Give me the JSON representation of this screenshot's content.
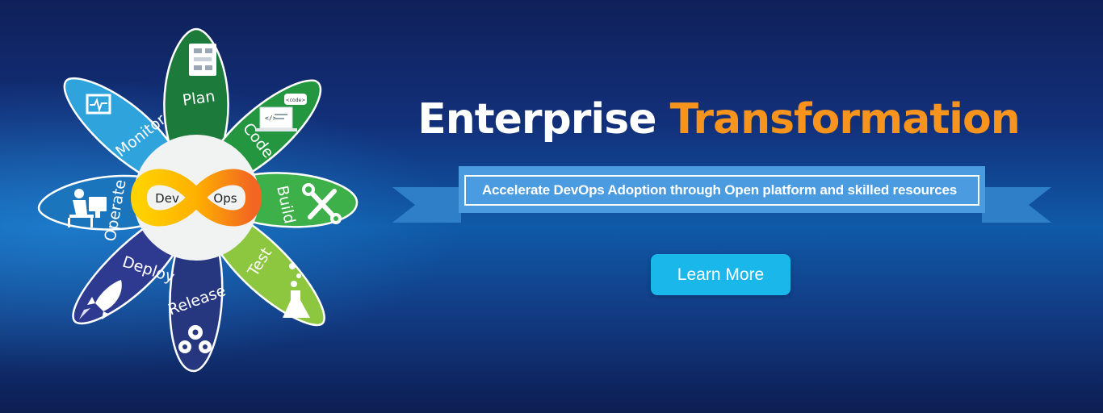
{
  "diagram": {
    "center_left": "Dev",
    "center_right": "Ops",
    "stages": [
      {
        "label": "Plan",
        "color": "#1c7a3a",
        "icon": "flowchart-icon"
      },
      {
        "label": "Code",
        "color": "#23963f",
        "icon": "laptop-code-icon"
      },
      {
        "label": "Build",
        "color": "#3db049",
        "icon": "tools-icon"
      },
      {
        "label": "Test",
        "color": "#8dc63f",
        "icon": "flask-icon"
      },
      {
        "label": "Release",
        "color": "#26367f",
        "icon": "gears-icon"
      },
      {
        "label": "Deploy",
        "color": "#2d3a8f",
        "icon": "rocket-icon"
      },
      {
        "label": "Operate",
        "color": "#1b75bc",
        "icon": "operator-icon"
      },
      {
        "label": "Monitor",
        "color": "#2ea3dc",
        "icon": "monitor-icon"
      }
    ],
    "code_tag": "<code>"
  },
  "headline": {
    "part1": "Enterprise",
    "part2": "Transformation"
  },
  "ribbon": {
    "text": "Accelerate DevOps Adoption through Open platform and skilled resources"
  },
  "cta": {
    "label": "Learn More"
  },
  "colors": {
    "accent": "#f7941d",
    "button": "#1ab7ea"
  }
}
